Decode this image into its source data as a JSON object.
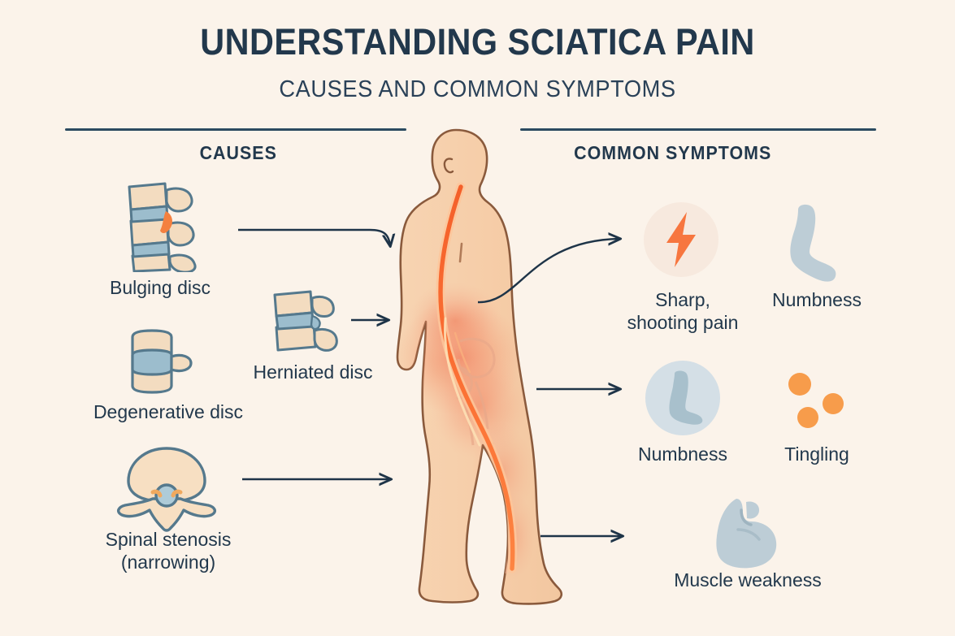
{
  "page": {
    "title": "UNDERSTANDING SCIATICA PAIN",
    "subtitle": "CAUSES AND COMMON SYMPTOMS",
    "background_color": "#fbf3ea",
    "text_color": "#22384c",
    "accent_orange": "#f4803f",
    "accent_blue_gray": "#bdcdd6",
    "bone_tan": "#f3dcc0",
    "disc_blue": "#8fb3c4",
    "skin": "#f6cfab",
    "arrow_color": "#1e3448"
  },
  "sections": {
    "causes": {
      "heading": "CAUSES",
      "items": [
        {
          "id": "bulging-disc",
          "label": "Bulging disc",
          "icon": "vertebrae-bulging-disc-icon"
        },
        {
          "id": "herniated-disc",
          "label": "Herniated disc",
          "icon": "vertebrae-herniated-disc-icon"
        },
        {
          "id": "degenerative",
          "label": "Degenerative disc",
          "icon": "vertebra-degenerative-disc-icon"
        },
        {
          "id": "spinal-stenosis",
          "label": "Spinal stenosis\n(narrowing)",
          "icon": "vertebra-axial-stenosis-icon"
        }
      ]
    },
    "symptoms": {
      "heading": "COMMON SYMPTOMS",
      "items": [
        {
          "id": "sharp-shooting-pain",
          "label": "Sharp,\nshooting pain",
          "icon": "lightning-bolt-icon"
        },
        {
          "id": "numbness-leg",
          "label": "Numbness",
          "icon": "bent-leg-icon"
        },
        {
          "id": "numbness-foot",
          "label": "Numbness",
          "icon": "foot-icon"
        },
        {
          "id": "tingling",
          "label": "Tingling",
          "icon": "tingling-dots-icon"
        },
        {
          "id": "muscle-weakness",
          "label": "Muscle weakness",
          "icon": "flexed-bicep-icon"
        }
      ]
    }
  },
  "figure": {
    "name": "human-body-side-view",
    "description": "Side view of a standing human figure with the sciatic nerve highlighted in orange running from the lower spine down the back of the leg, and a red inflammation glow over the lower back and pelvis."
  },
  "connectors": [
    {
      "id": "arrow-bulging-to-body",
      "style": "curved-down"
    },
    {
      "id": "arrow-herniated-to-body",
      "style": "straight"
    },
    {
      "id": "arrow-stenosis-to-body",
      "style": "straight"
    },
    {
      "id": "arrow-body-to-pain",
      "style": "s-curve"
    },
    {
      "id": "arrow-body-to-numbness",
      "style": "straight"
    },
    {
      "id": "arrow-body-to-weakness",
      "style": "straight"
    }
  ]
}
